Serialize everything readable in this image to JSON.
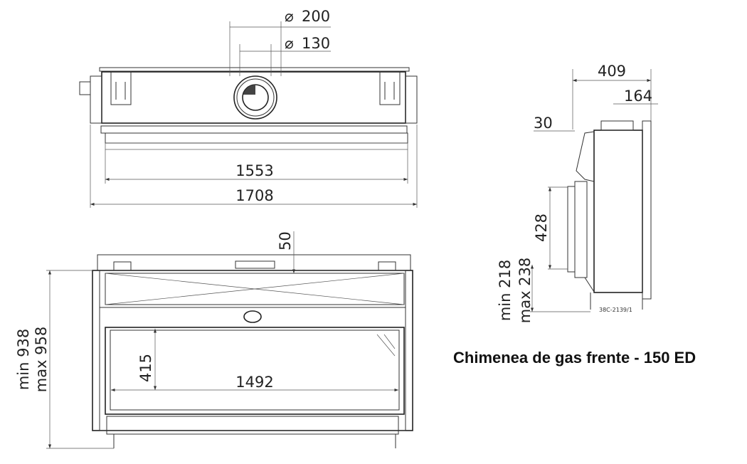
{
  "title": "Chimenea de gas frente - 150 ED",
  "top_view": {
    "diameter_outer": "200",
    "diameter_inner": "130",
    "diameter_symbol": "⌀",
    "width_inner": "1553",
    "width_outer": "1708"
  },
  "front_view": {
    "top_offset": "50",
    "glass_height": "415",
    "glass_width": "1492",
    "height_min": "min 938",
    "height_max": "max 958"
  },
  "side_view": {
    "depth": "409",
    "flue_offset": "164",
    "frame": "30",
    "opening_height": "428",
    "base_min": "min 218",
    "base_max": "max 238",
    "drawing_code": "38C-2139/1"
  }
}
